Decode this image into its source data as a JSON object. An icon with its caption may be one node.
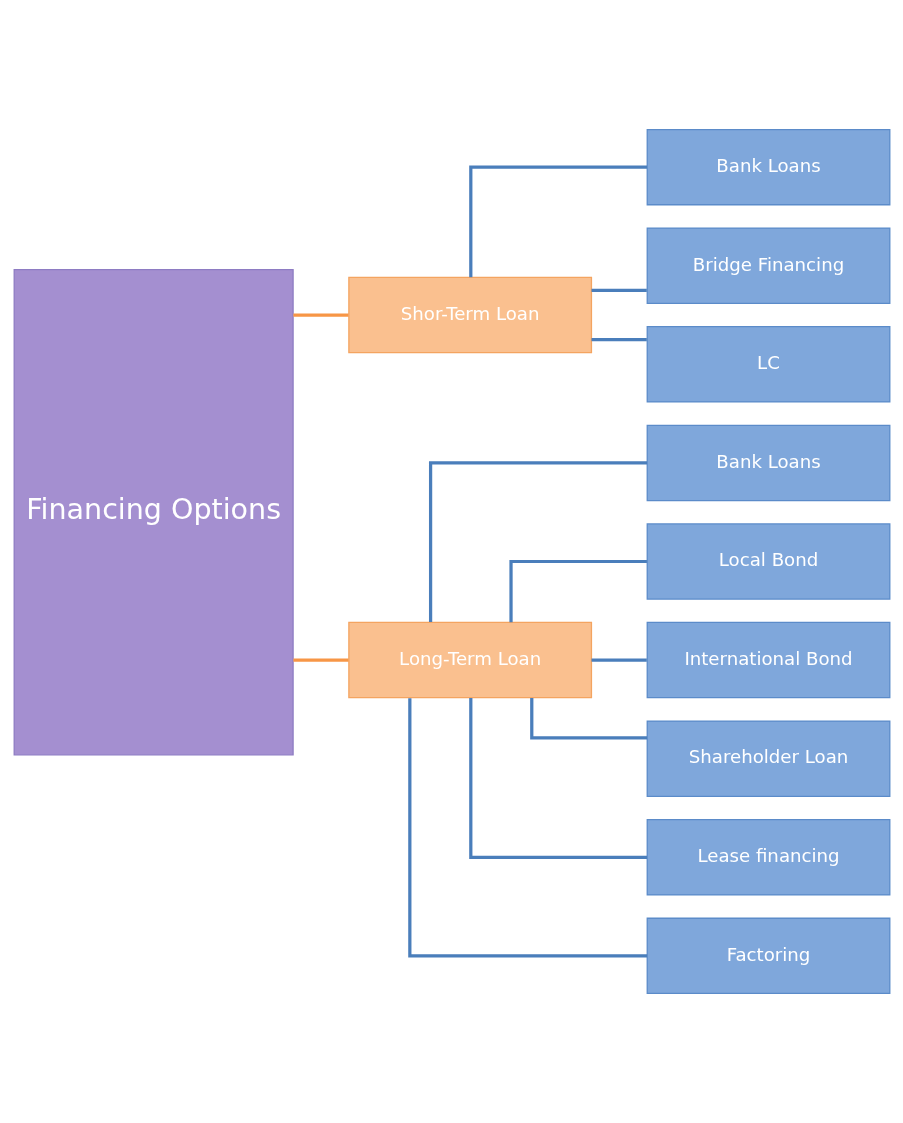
{
  "diagram": {
    "nodes": [
      {
        "text": [
          "Financing Options"
        ]
      },
      {
        "text": [
          "Shor-Term Loan"
        ]
      },
      {
        "text": [
          "Long-Term Loan"
        ]
      },
      {
        "text": [
          "Bank Loans"
        ]
      },
      {
        "text": [
          "Bridge Financing"
        ]
      },
      {
        "text": [
          "LC"
        ]
      },
      {
        "text": [
          "Bank Loans"
        ]
      },
      {
        "text": [
          "Local Bond"
        ]
      },
      {
        "text": [
          "International Bond"
        ]
      },
      {
        "text": [
          "Shareholder Loan"
        ]
      },
      {
        "text": [
          "Lease financing"
        ]
      },
      {
        "text": [
          "Factoring"
        ]
      }
    ],
    "edges": [
      {
        "from": 0,
        "to": 1,
        "arrow": "none",
        "color": "#f79646"
      },
      {
        "from": 0,
        "to": 2,
        "arrow": "none",
        "color": "#f79646"
      },
      {
        "from": 1,
        "to": 3,
        "arrow": "none"
      },
      {
        "from": 1,
        "to": 4,
        "arrow": "none"
      },
      {
        "from": 1,
        "to": 5,
        "arrow": "none"
      },
      {
        "from": 2,
        "to": 6,
        "arrow": "none"
      },
      {
        "from": 2,
        "to": 7,
        "arrow": "none"
      },
      {
        "from": 2,
        "to": 8,
        "arrow": "none"
      },
      {
        "from": 2,
        "to": 9,
        "arrow": "none"
      },
      {
        "from": 2,
        "to": 10,
        "arrow": "none"
      },
      {
        "from": 2,
        "to": 11,
        "arrow": "none"
      }
    ]
  }
}
